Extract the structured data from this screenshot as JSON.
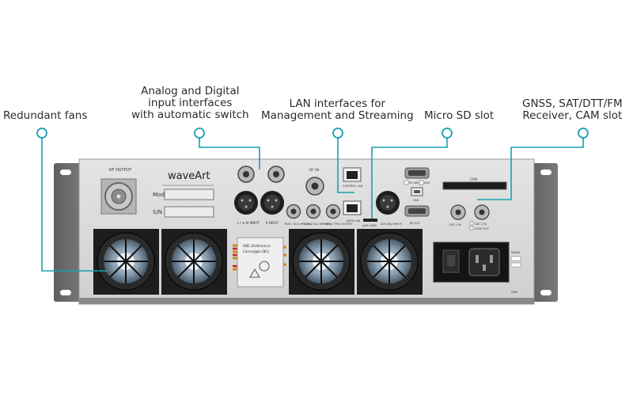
{
  "callouts": {
    "fans": {
      "lines": [
        "Redundant fans"
      ]
    },
    "inputs": {
      "lines": [
        "Analog and Digital",
        "input interfaces",
        "with automatic switch"
      ]
    },
    "lan": {
      "lines": [
        "LAN interfaces for",
        "Management and Streaming"
      ]
    },
    "sd": {
      "lines": [
        "Micro SD slot"
      ]
    },
    "gnss": {
      "lines": [
        "GNSS, SAT/DTT/FM",
        "Receiver, CAM slot"
      ]
    }
  },
  "device": {
    "brand": "waveArt",
    "rf_output_label": "RF OUTPUT",
    "mod_label": "Mod.",
    "sn_label": "S/N",
    "input_labels": [
      "L / ⊕ M INPUT",
      "R INPUT"
    ],
    "rf_in_label": "RF IN",
    "mpx_labels": [
      "RDS / SCA MPX IN 1",
      "SCA / SCA MPX IN 2",
      "MPX / TRIG OUTPUT"
    ],
    "data_lan_label": "DATA LAN",
    "cont_lan_label": "CONTROL LAN",
    "aes_label": "AES EBU INPUT",
    "sd_label": "μSD CARD",
    "rs485_label": "RS 485",
    "aux_label": "AUX",
    "usb_label": "USB",
    "rs232_label": "RS 232",
    "cam_label": "CAM",
    "sat_label": "SAT 1 IN",
    "sat2_label": "SAT 2 IN",
    "loop_label": "LOOP OUT",
    "mains_label": "MAINS",
    "company_label": "ABE Elettronica",
    "company_line2": "Caravaggio (BG)",
    "gnd_label": "GND"
  },
  "colors": {
    "accent": "#16a0b4",
    "panel": "#d9d9d9",
    "ears": "#6b6b6b",
    "fan": "#1d1d1d"
  }
}
